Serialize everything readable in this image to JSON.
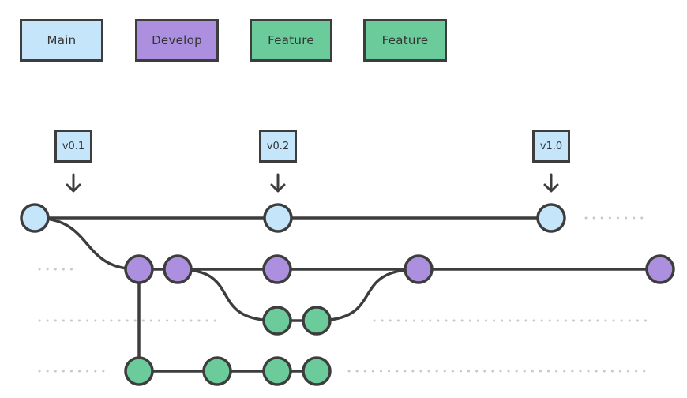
{
  "colors": {
    "main": "#c5e5fb",
    "develop": "#ac8fdf",
    "feature": "#6ccb9a",
    "line": "#3d3d3d",
    "dots": "#c9c9c9"
  },
  "legend": [
    {
      "label": "Main",
      "color": "#c5e5fb"
    },
    {
      "label": "Develop",
      "color": "#ac8fdf"
    },
    {
      "label": "Feature",
      "color": "#6ccb9a"
    },
    {
      "label": "Feature",
      "color": "#6ccb9a"
    }
  ],
  "tags": [
    {
      "label": "v0.1"
    },
    {
      "label": "v0.2"
    },
    {
      "label": "v1.0"
    }
  ],
  "branches": [
    {
      "name": "main",
      "commits": 3
    },
    {
      "name": "develop",
      "commits": 5
    },
    {
      "name": "feature",
      "commits": 2
    },
    {
      "name": "feature",
      "commits": 4
    }
  ]
}
